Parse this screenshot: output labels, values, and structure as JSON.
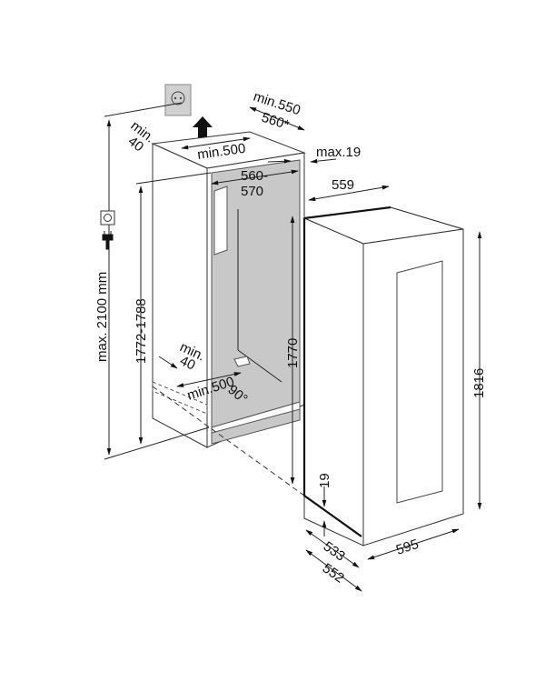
{
  "diagram": {
    "title": "Built-in installation dimensions",
    "dimensions": {
      "top_min_550": "min.550",
      "top_560_star": "560*",
      "top_min_40_a": "min.",
      "top_min_40_b": "40",
      "top_min_500": "min.500",
      "max_19": "max.19",
      "niche_560": "560-",
      "niche_570": "570",
      "width_559": "559",
      "max_2100": "max. 2100 mm",
      "niche_height": "1772-1788",
      "height_1770": "1770",
      "bottom_min_a": "min.",
      "bottom_min_40": "40",
      "bottom_min_500": "min.500",
      "angle_90": "90°",
      "height_1816": "1816",
      "door_19": "19",
      "depth_533": "533",
      "depth_552": "552",
      "width_595": "595"
    },
    "icons": [
      "socket-icon",
      "plug-icon",
      "air-vent-arrow-icon"
    ]
  }
}
